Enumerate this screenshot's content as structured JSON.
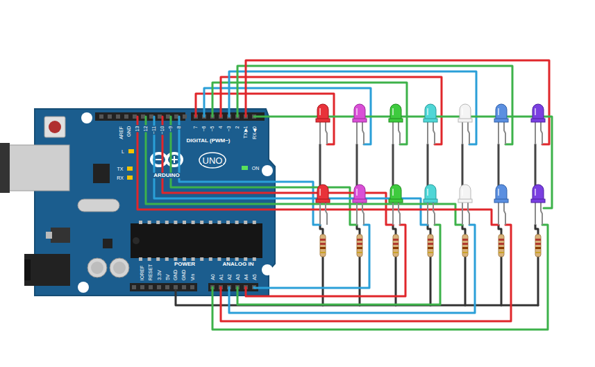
{
  "diagram": {
    "labels": [
      "AREF",
      "GND",
      "13",
      "12",
      "~11",
      "~10",
      "~9",
      "8",
      "7",
      "~6",
      "~5",
      "4",
      "~3",
      "2",
      "TX▶1",
      "RX◀0",
      "DIGITAL (PWM~)",
      "L",
      "TX",
      "RX",
      "ARDUINO",
      "UNO",
      "ON",
      "IOREF",
      "RESET",
      "3.3V",
      "5V",
      "GND",
      "GND",
      "Vin",
      "POWER",
      "ANALOG IN",
      "A0",
      "A1",
      "A2",
      "A3",
      "A4",
      "A5"
    ]
  }
}
